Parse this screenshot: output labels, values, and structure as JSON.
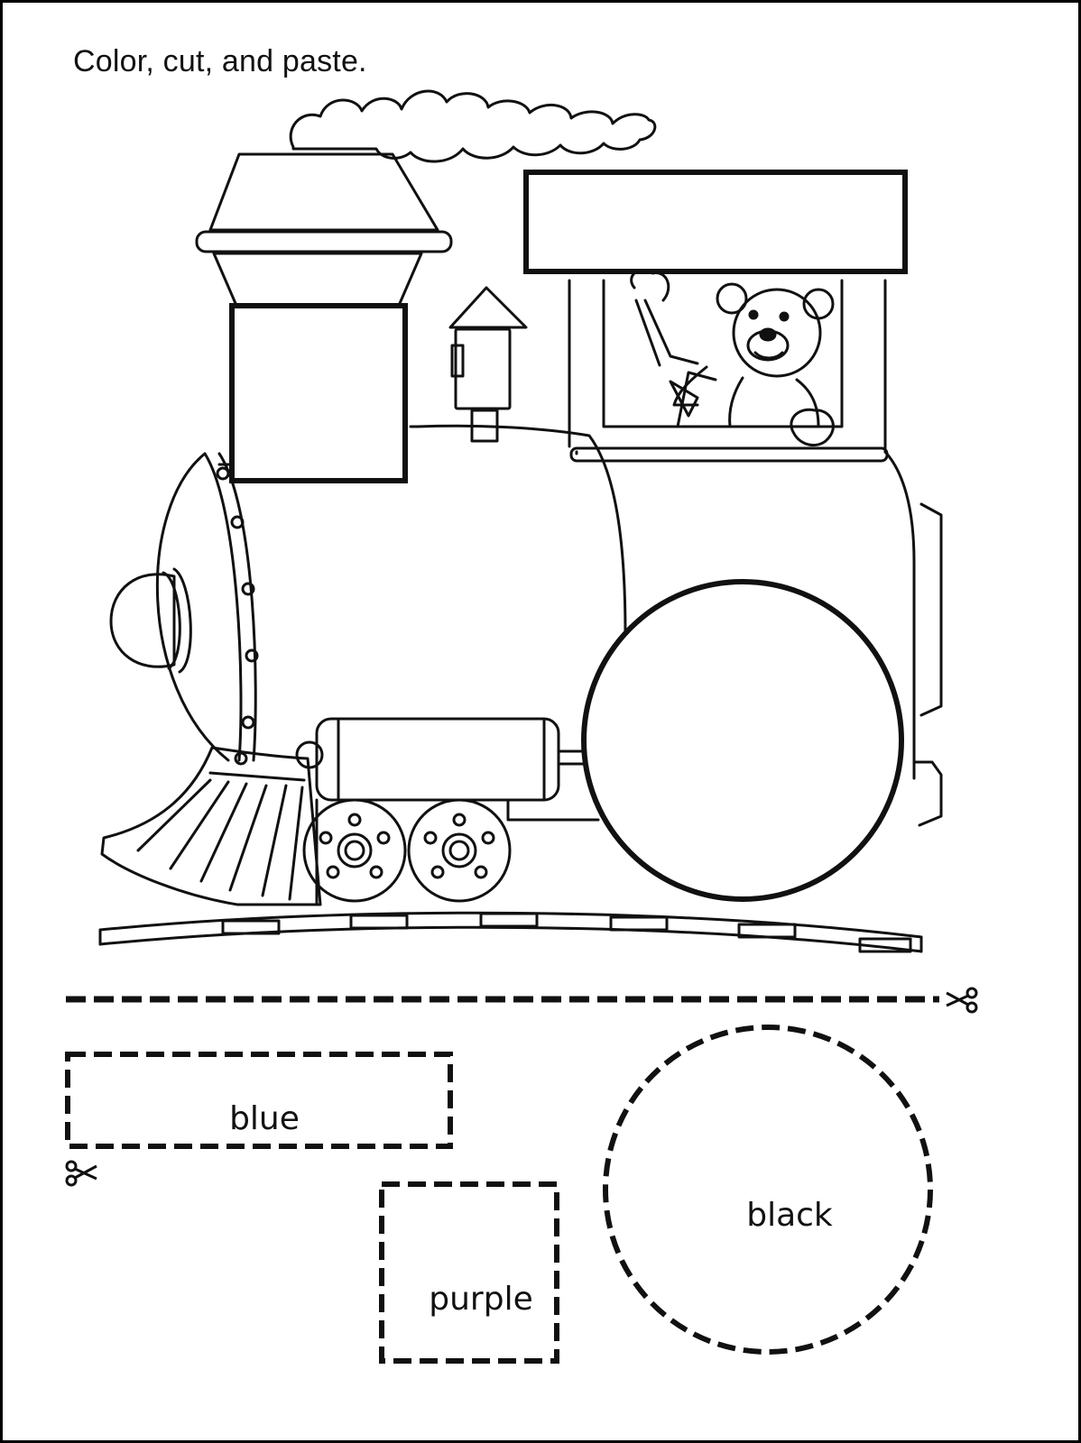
{
  "worksheet": {
    "instruction": "Color, cut, and paste."
  },
  "cutouts": {
    "rectangle_label": "blue",
    "square_label": "purple",
    "circle_label": "black"
  },
  "icons": {
    "scissors_right": "scissors-icon",
    "scissors_left": "scissors-icon"
  },
  "colors": {
    "ink": "#000000",
    "paper": "#ffffff"
  }
}
